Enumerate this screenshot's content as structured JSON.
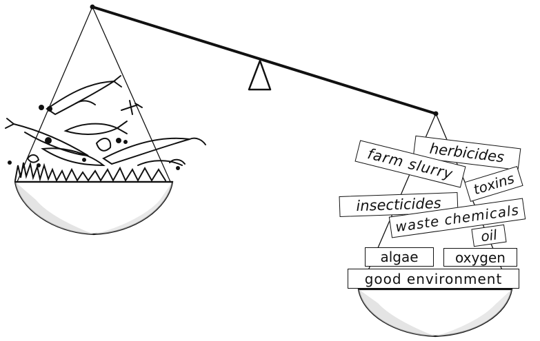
{
  "colors": {
    "ink": "#111111",
    "background": "#ffffff"
  },
  "balance": {
    "tilt": "right pan heavier",
    "left_pan": {
      "contents": "dead fish and weed"
    },
    "right_pan": {
      "labels": {
        "herbicides": "herbicides",
        "farm_slurry": "farm slurry",
        "toxins": "toxins",
        "insecticides": "insecticides",
        "waste_chemicals": "waste chemicals",
        "oil": "oil",
        "algae": "algae",
        "oxygen": "oxygen",
        "good_environment": "good environment"
      }
    }
  }
}
